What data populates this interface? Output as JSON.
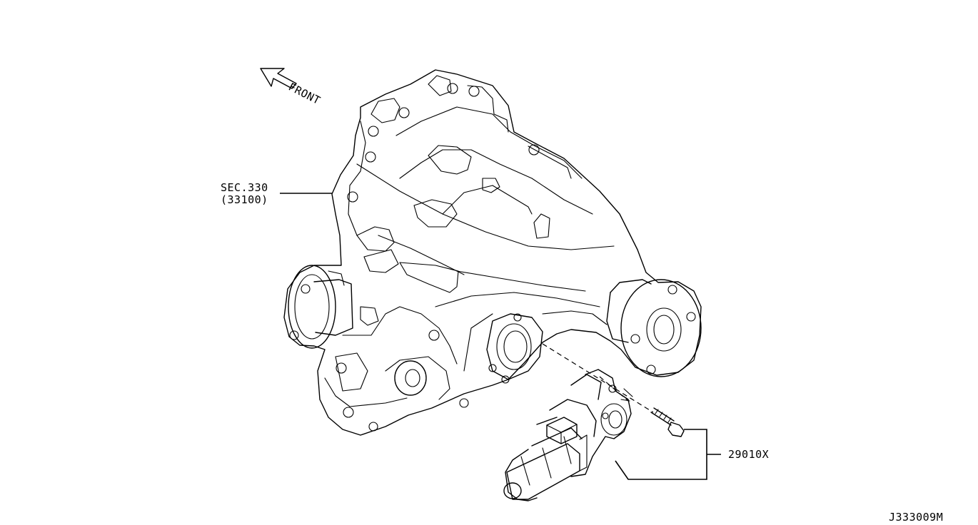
{
  "direction": {
    "label": "FRONT",
    "icon": "front-arrow-icon"
  },
  "callouts": [
    {
      "id": "sec-330",
      "line1": "SEC.330",
      "line2": "(33100)"
    },
    {
      "id": "part-29010x",
      "line1": "29010X"
    }
  ],
  "diagram_code": "J333009M"
}
